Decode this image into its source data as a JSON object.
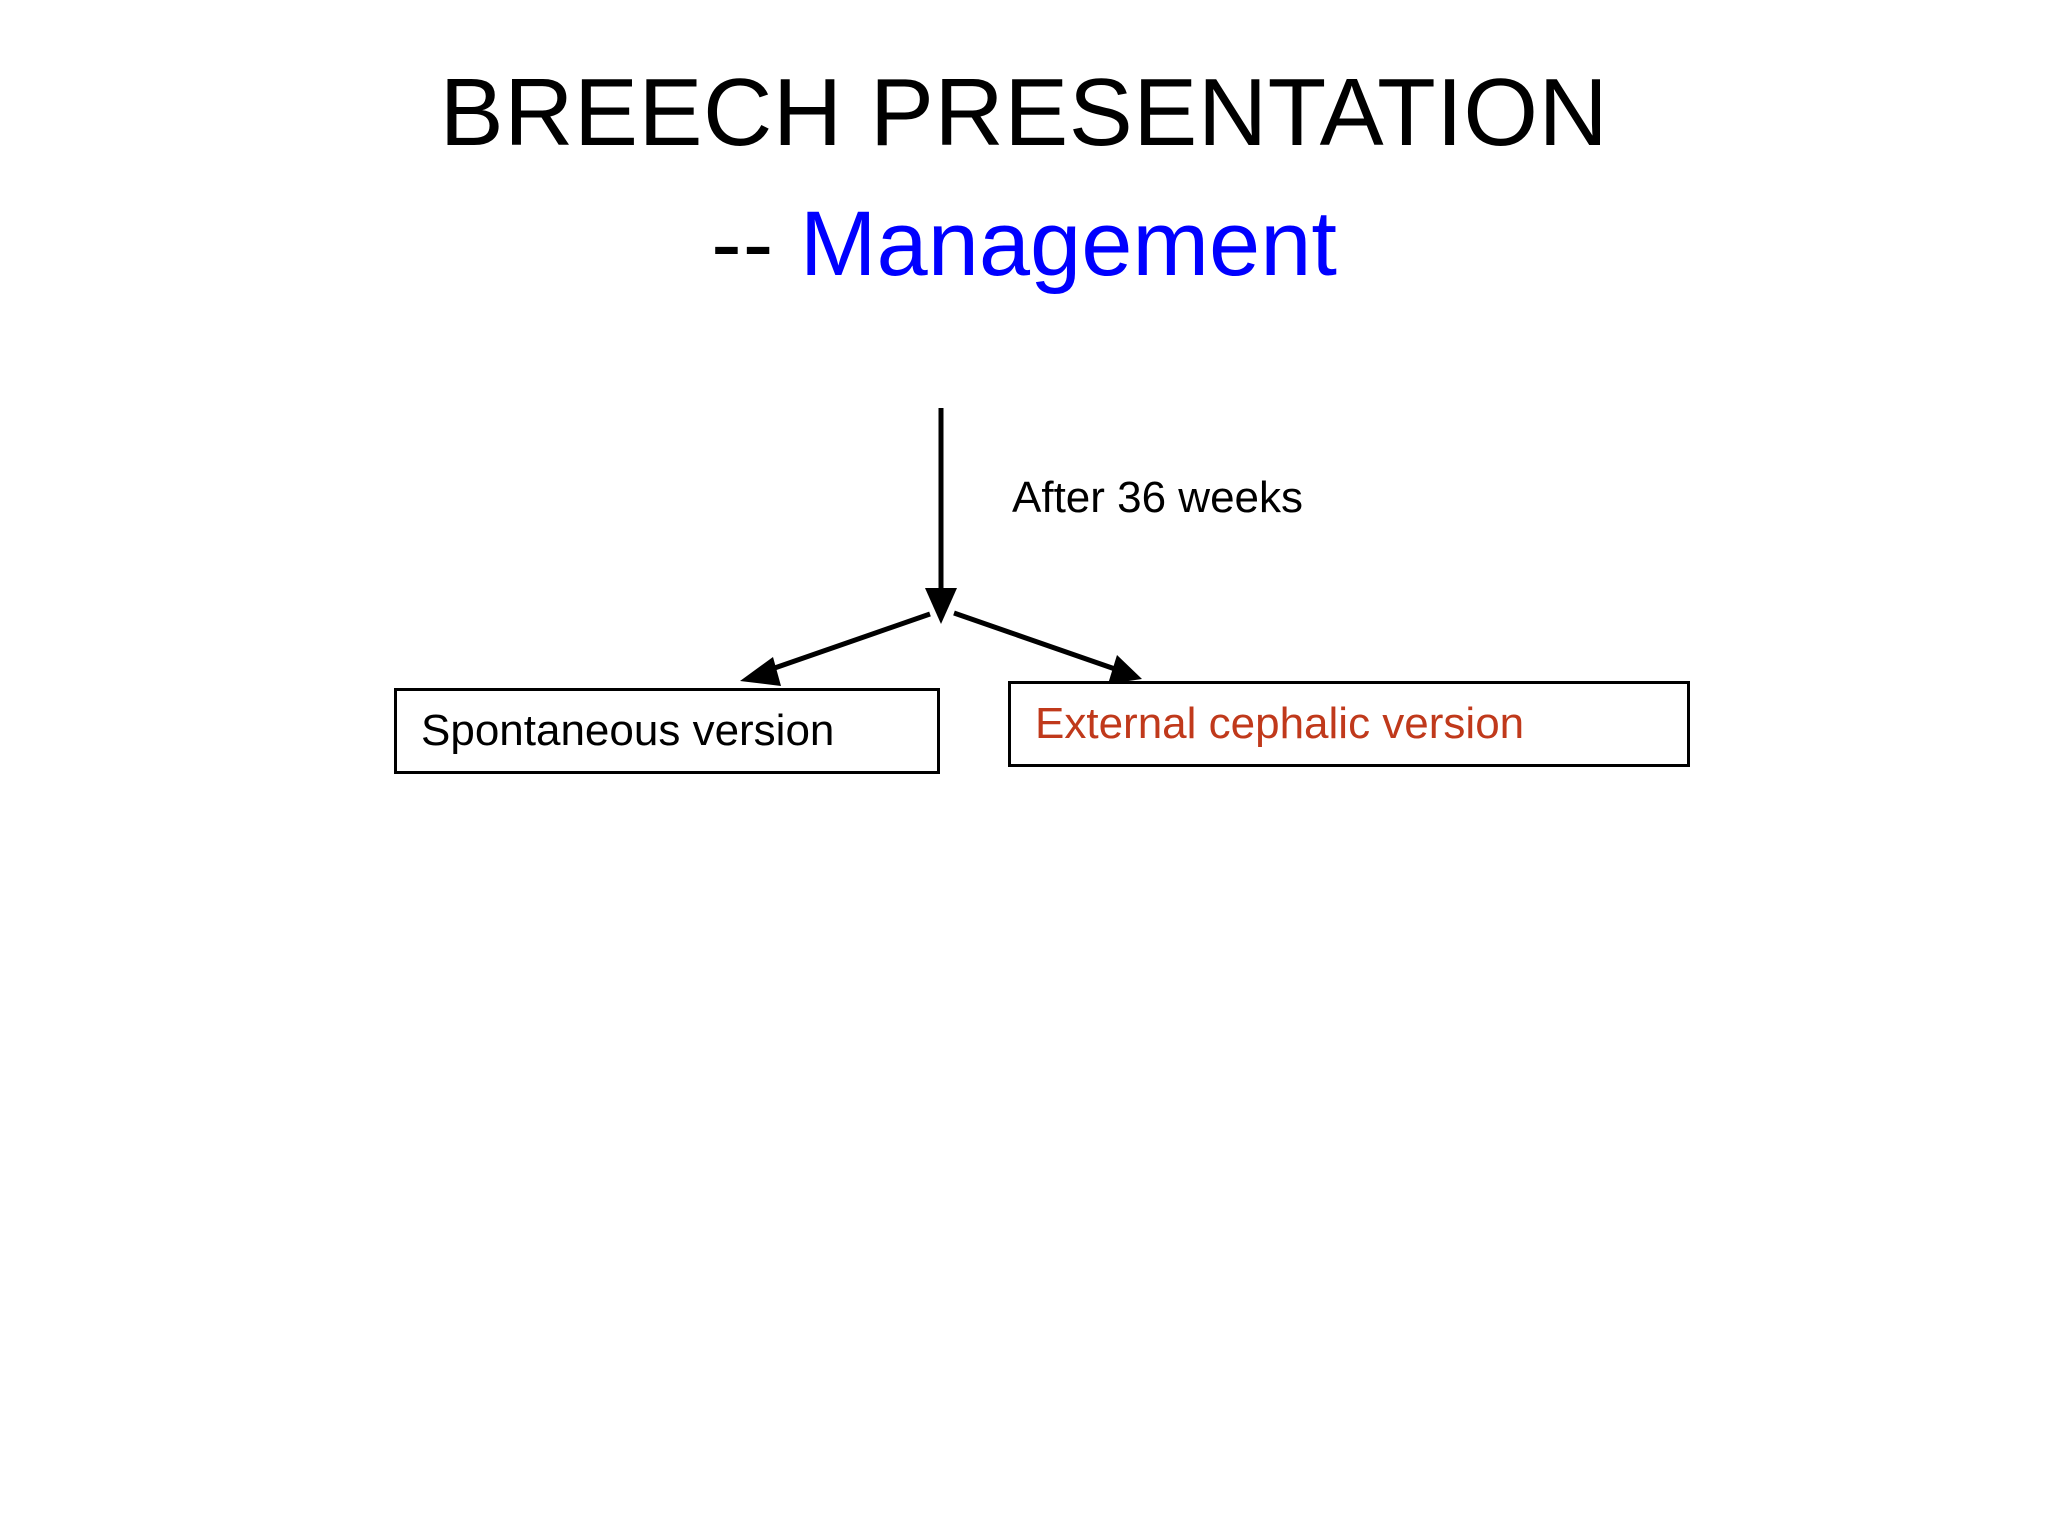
{
  "slide": {
    "background_color": "#FFFFFF",
    "title": {
      "line1": "BREECH PRESENTATION",
      "dashes": "--",
      "emphasis": "Management",
      "emphasis_color": "#0000FF",
      "line1_color": "#000000"
    },
    "flow": {
      "branch_label": "After 36 weeks",
      "arrow_color": "#000000",
      "nodes": [
        {
          "id": "spontaneous-version",
          "label": "Spontaneous version",
          "text_color": "#000000",
          "border_color": "#000000"
        },
        {
          "id": "external-cephalic-version",
          "label": "External cephalic version",
          "text_color": "#C0391B",
          "border_color": "#000000"
        }
      ]
    }
  }
}
